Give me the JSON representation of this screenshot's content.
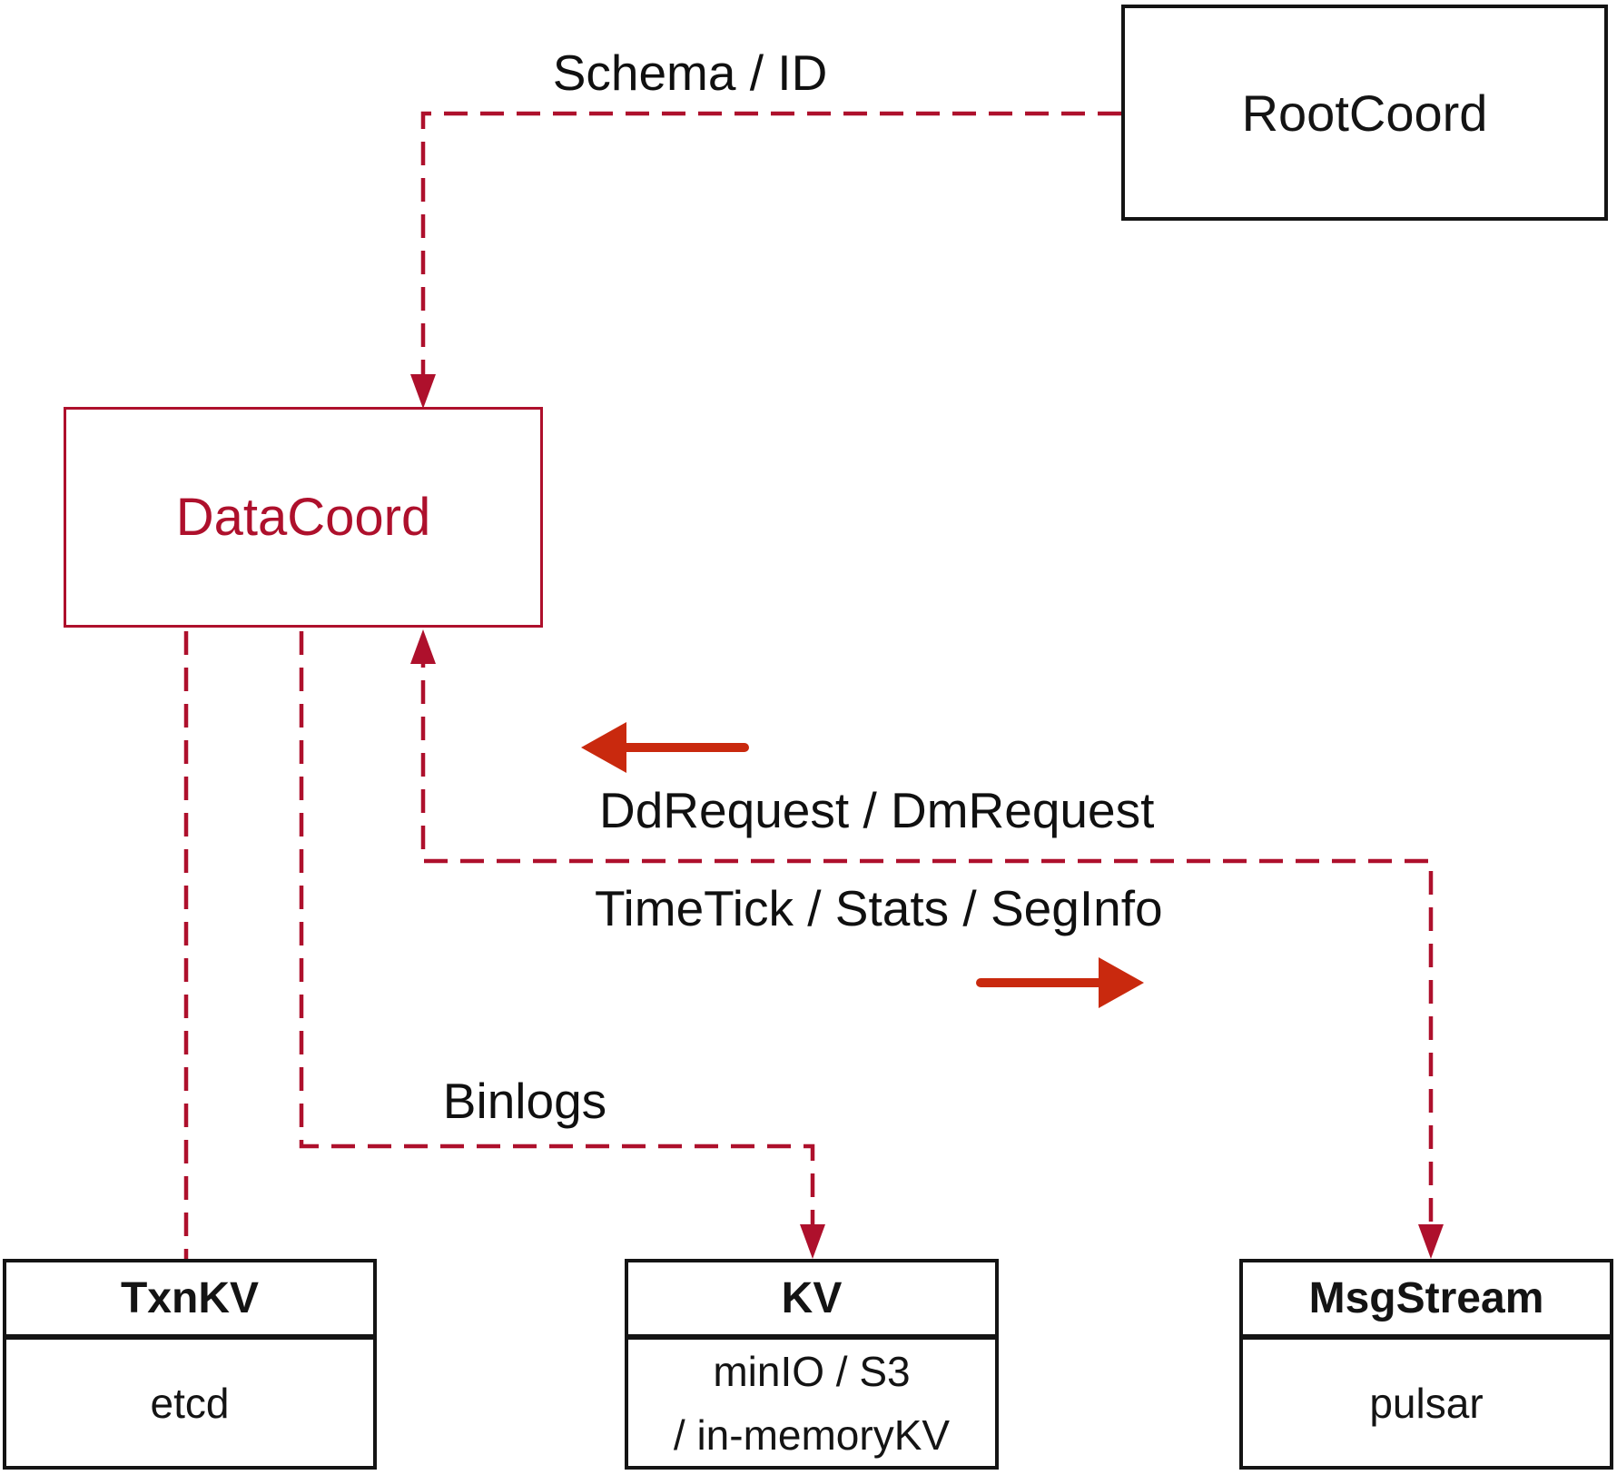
{
  "diagram": {
    "nodes": {
      "rootcoord": {
        "label": "RootCoord"
      },
      "datacoord": {
        "label": "DataCoord"
      },
      "txnkv": {
        "title": "TxnKV",
        "body": "etcd"
      },
      "kv": {
        "title": "KV",
        "body_line1": "minIO / S3",
        "body_line2": "/ in-memoryKV"
      },
      "msgstream": {
        "title": "MsgStream",
        "body": "pulsar"
      }
    },
    "edges": {
      "schema_id": {
        "label": "Schema / ID",
        "style": "dashed",
        "from": "RootCoord",
        "to": "DataCoord"
      },
      "dd_dm_request": {
        "label": "DdRequest / DmRequest",
        "style": "dashed",
        "direction": "left",
        "to": "DataCoord"
      },
      "timetick": {
        "label": "TimeTick / Stats / SegInfo",
        "style": "dashed",
        "direction": "right",
        "to": "MsgStream"
      },
      "binlogs": {
        "label": "Binlogs",
        "style": "dashed",
        "from": "DataCoord",
        "to": "KV"
      },
      "txnkv_link": {
        "label": "",
        "style": "dashed",
        "from": "DataCoord",
        "to": "TxnKV"
      }
    },
    "colors": {
      "dashed_line_red": "#ae102c",
      "solid_arrow_red": "#c9290e",
      "box_border_black": "#141414",
      "datacoord_red": "#ae102c",
      "background": "#ffffff"
    }
  }
}
